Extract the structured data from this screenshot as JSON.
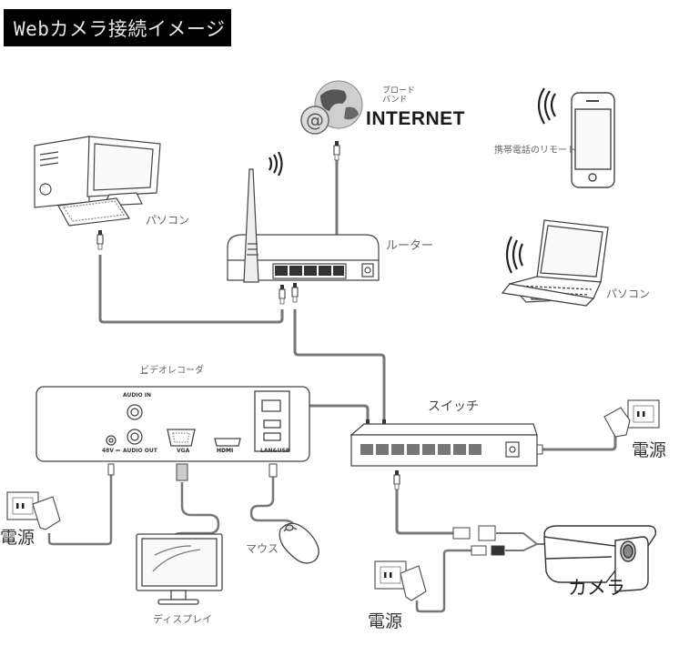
{
  "header": {
    "title": "Webカメラ接続イメージ"
  },
  "internet": {
    "label": "INTERNET",
    "subtitle_line1": "ブロード",
    "subtitle_line2": "バンド",
    "icon": "globe-at-icon"
  },
  "devices": {
    "desktop_pc": {
      "label": "パソコン",
      "icon": "desktop-computer-icon"
    },
    "router": {
      "label": "ルーター",
      "icon": "wifi-router-icon"
    },
    "smartphone": {
      "label": "携帯電話のリモート",
      "icon": "smartphone-icon"
    },
    "laptop": {
      "label": "パソコン",
      "icon": "laptop-icon"
    },
    "nvr": {
      "label": "ビデオレコーダ",
      "ports": {
        "audio_in": "AUDIO IN",
        "audio_out": "AUDIO OUT",
        "power": "48V ⎓",
        "vga": "VGA",
        "hdmi": "HDMI",
        "lan_usb": "LAN&USB"
      }
    },
    "switch": {
      "label": "スイッチ",
      "port_count": 8,
      "icon": "network-switch-icon"
    },
    "display": {
      "label": "ディスプレイ",
      "icon": "monitor-icon"
    },
    "mouse": {
      "label": "マウス",
      "icon": "mouse-icon"
    },
    "camera": {
      "label": "カメラ",
      "icon": "bullet-camera-icon"
    },
    "power_switch": {
      "label": "電源",
      "icon": "power-adapter-icon"
    },
    "power_nvr": {
      "label": "電源",
      "icon": "power-adapter-icon"
    },
    "power_camera": {
      "label": "電源",
      "icon": "power-adapter-icon"
    }
  },
  "colors": {
    "cable": "#777777",
    "outline": "#333333",
    "title_bg": "#000000",
    "title_text": "#e8e8e8"
  }
}
